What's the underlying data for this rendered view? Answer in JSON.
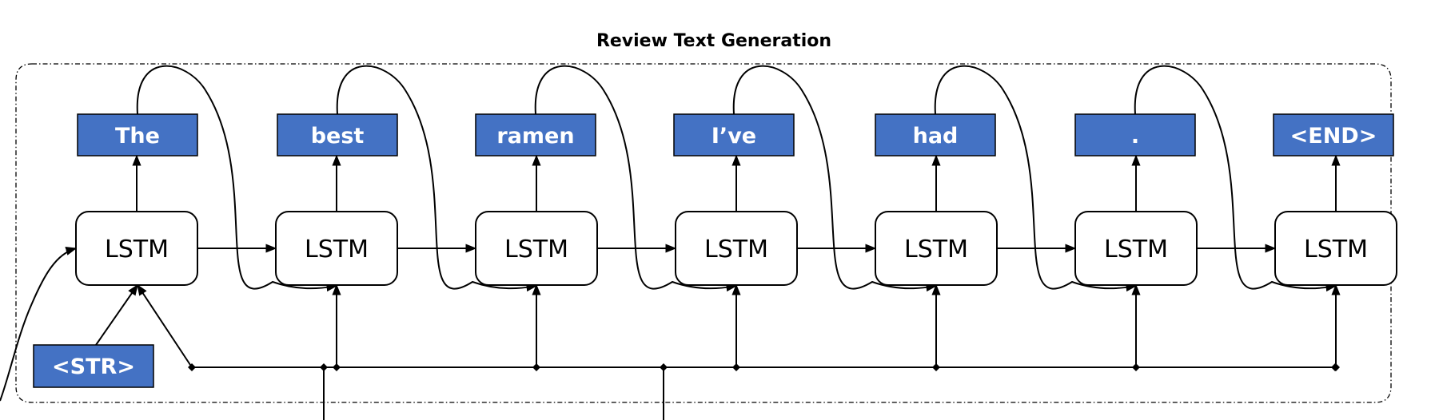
{
  "title": "Review Text Generation",
  "cell_label": "LSTM",
  "start_token": "<STR>",
  "output_tokens": [
    "The",
    "best",
    "ramen",
    "I’ve",
    "had",
    ".",
    "<END>"
  ],
  "colors": {
    "token_fill": "#4472c4",
    "token_text": "#ffffff",
    "line": "#000000"
  }
}
